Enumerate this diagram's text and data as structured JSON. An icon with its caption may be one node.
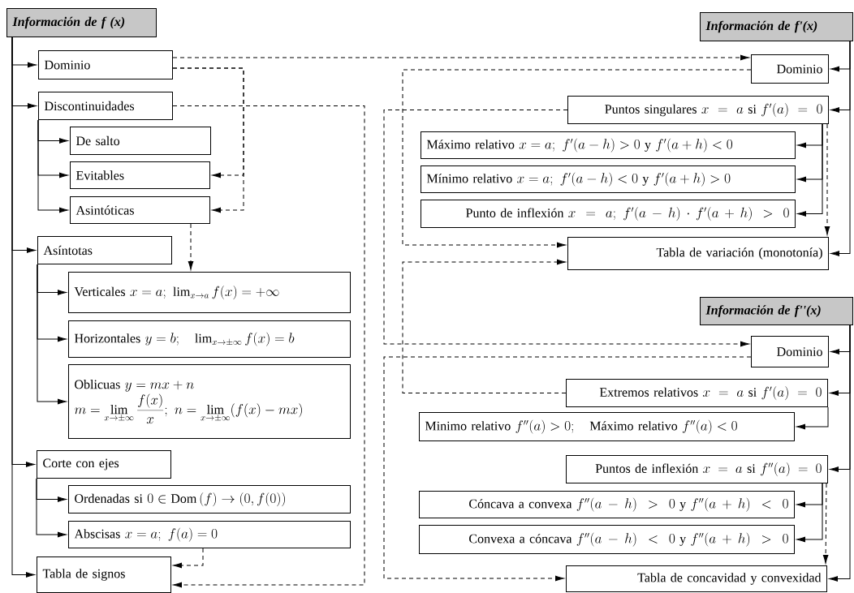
{
  "diagram": {
    "nodes": [
      {
        "text": [
          "Información de f (x)"
        ]
      },
      {
        "text": [
          "Dominio"
        ]
      },
      {
        "text": [
          "Discontinuidades"
        ]
      },
      {
        "text": [
          "De salto"
        ]
      },
      {
        "text": [
          "Evitables"
        ]
      },
      {
        "text": [
          "Asintóticas"
        ]
      },
      {
        "text": [
          "Asíntotas"
        ]
      },
      {
        "text": [
          "\\mbox{Verticales } x = a;\\ \\lim_{x \\to a} f(x) = +\\infty"
        ]
      },
      {
        "text": [
          "\\mbox{Horizontales } y = b;\\quad \\lim_{x \\to \\pm\\infty} f(x) = b"
        ]
      },
      {
        "text": [
          "\\mbox{Oblicuas } y = mx + n",
          "m = \\lim_{x \\to \\pm\\infty} \\frac{f(x)}{x};\\ n = \\lim_{x \\to \\pm\\infty} (f(x) - mx)"
        ]
      },
      {
        "text": [
          "Corte con ejes"
        ]
      },
      {
        "text": [
          "\\mbox{Ordenadas si } 0 \\in \\mathrm{Dom}\\,(f) \\to (0, f(0))"
        ]
      },
      {
        "text": [
          "\\mbox{Abscisas } x = a;\\ f(a) = 0"
        ]
      },
      {
        "text": [
          "Tabla de signos"
        ]
      },
      {
        "text": [
          "Información de f'(x)"
        ]
      },
      {
        "text": [
          "Dominio"
        ]
      },
      {
        "text": [
          "\\mbox{Puntos singulares } x = a \\mbox{ si } f'(a) = 0"
        ]
      },
      {
        "text": [
          "\\mbox{Máximo relativo } x = a;\\ f'(a-h) > 0 \\mbox{ y } f'(a+h) < 0"
        ]
      },
      {
        "text": [
          "\\mbox{Mínimo relativo } x = a;\\ f'(a-h) < 0 \\mbox{ y } f'(a+h) > 0"
        ]
      },
      {
        "text": [
          "\\mbox{Punto de inflexión } x = a;\\ f'(a-h) \\cdot f'(a+h) > 0"
        ]
      },
      {
        "text": [
          "Tabla de variación (monotonía)"
        ]
      },
      {
        "text": [
          "Información de f''(x)"
        ]
      },
      {
        "text": [
          "Dominio"
        ]
      },
      {
        "text": [
          "\\mbox{Extremos relativos } x = a \\mbox{ si } f'(a) = 0"
        ]
      },
      {
        "text": [
          "\\mbox{Minimo relativo } f''(a) > 0;\\quad \\mbox{Máximo relativo } f''(a) < 0"
        ]
      },
      {
        "text": [
          "\\mbox{Puntos de inflexión } x = a \\mbox{ si } f''(a) = 0"
        ]
      },
      {
        "text": [
          "\\mbox{Cóncava a convexa } f''(a-h) > 0 \\mbox{ y } f''(a+h) < 0"
        ]
      },
      {
        "text": [
          "\\mbox{Convexa a cóncava } f''(a-h) < 0 \\mbox{ y } f''(a+h) > 0"
        ]
      },
      {
        "text": [
          "Tabla de concavidad y convexidad"
        ]
      }
    ],
    "edges": [
      {
        "from": 0,
        "to": 1,
        "arrow": "to"
      },
      {
        "from": 0,
        "to": 2,
        "arrow": "to"
      },
      {
        "from": 0,
        "to": 6,
        "arrow": "to"
      },
      {
        "from": 0,
        "to": 10,
        "arrow": "to"
      },
      {
        "from": 0,
        "to": 13,
        "arrow": "to"
      },
      {
        "from": 2,
        "to": 3,
        "arrow": "to"
      },
      {
        "from": 2,
        "to": 4,
        "arrow": "to"
      },
      {
        "from": 2,
        "to": 5,
        "arrow": "to"
      },
      {
        "from": 6,
        "to": 7,
        "arrow": "to"
      },
      {
        "from": 6,
        "to": 8,
        "arrow": "to"
      },
      {
        "from": 6,
        "to": 9,
        "arrow": "to"
      },
      {
        "from": 10,
        "to": 11,
        "arrow": "to"
      },
      {
        "from": 10,
        "to": 12,
        "arrow": "to"
      },
      {
        "from": 14,
        "to": 15,
        "arrow": "to"
      },
      {
        "from": 14,
        "to": 16,
        "arrow": "to"
      },
      {
        "from": 14,
        "to": 20,
        "arrow": "to"
      },
      {
        "from": 16,
        "to": 17,
        "arrow": "to"
      },
      {
        "from": 16,
        "to": 18,
        "arrow": "to"
      },
      {
        "from": 16,
        "to": 19,
        "arrow": "to"
      },
      {
        "from": 16,
        "to": 20,
        "arrow": "to",
        "style": "dashed"
      },
      {
        "from": 21,
        "to": 22,
        "arrow": "to"
      },
      {
        "from": 21,
        "to": 23,
        "arrow": "to"
      },
      {
        "from": 21,
        "to": 25,
        "arrow": "to"
      },
      {
        "from": 21,
        "to": 28,
        "arrow": "to"
      },
      {
        "from": 23,
        "to": 24,
        "arrow": "to"
      },
      {
        "from": 25,
        "to": 26,
        "arrow": "to"
      },
      {
        "from": 25,
        "to": 27,
        "arrow": "to"
      },
      {
        "from": 25,
        "to": 28,
        "arrow": "to",
        "style": "dashed"
      },
      {
        "from": 1,
        "to": 15,
        "arrow": "to",
        "style": "dashed"
      },
      {
        "from": 1,
        "to": 4,
        "arrow": "to",
        "style": "dashed"
      },
      {
        "from": 1,
        "to": 5,
        "arrow": "to",
        "style": "dashed"
      },
      {
        "from": 2,
        "to": 13,
        "arrow": "to",
        "style": "dashed"
      },
      {
        "from": 5,
        "to": 7,
        "arrow": "to",
        "style": "dashed"
      },
      {
        "from": 12,
        "to": 13,
        "arrow": "to",
        "style": "dashed"
      },
      {
        "from": 15,
        "to": 20,
        "arrow": "to",
        "style": "dashed"
      },
      {
        "from": 23,
        "to": 20,
        "arrow": "to",
        "style": "dashed"
      },
      {
        "from": 16,
        "to": 22,
        "arrow": "to",
        "style": "dashed"
      },
      {
        "from": 22,
        "to": 28,
        "arrow": "to",
        "style": "dashed"
      }
    ]
  }
}
